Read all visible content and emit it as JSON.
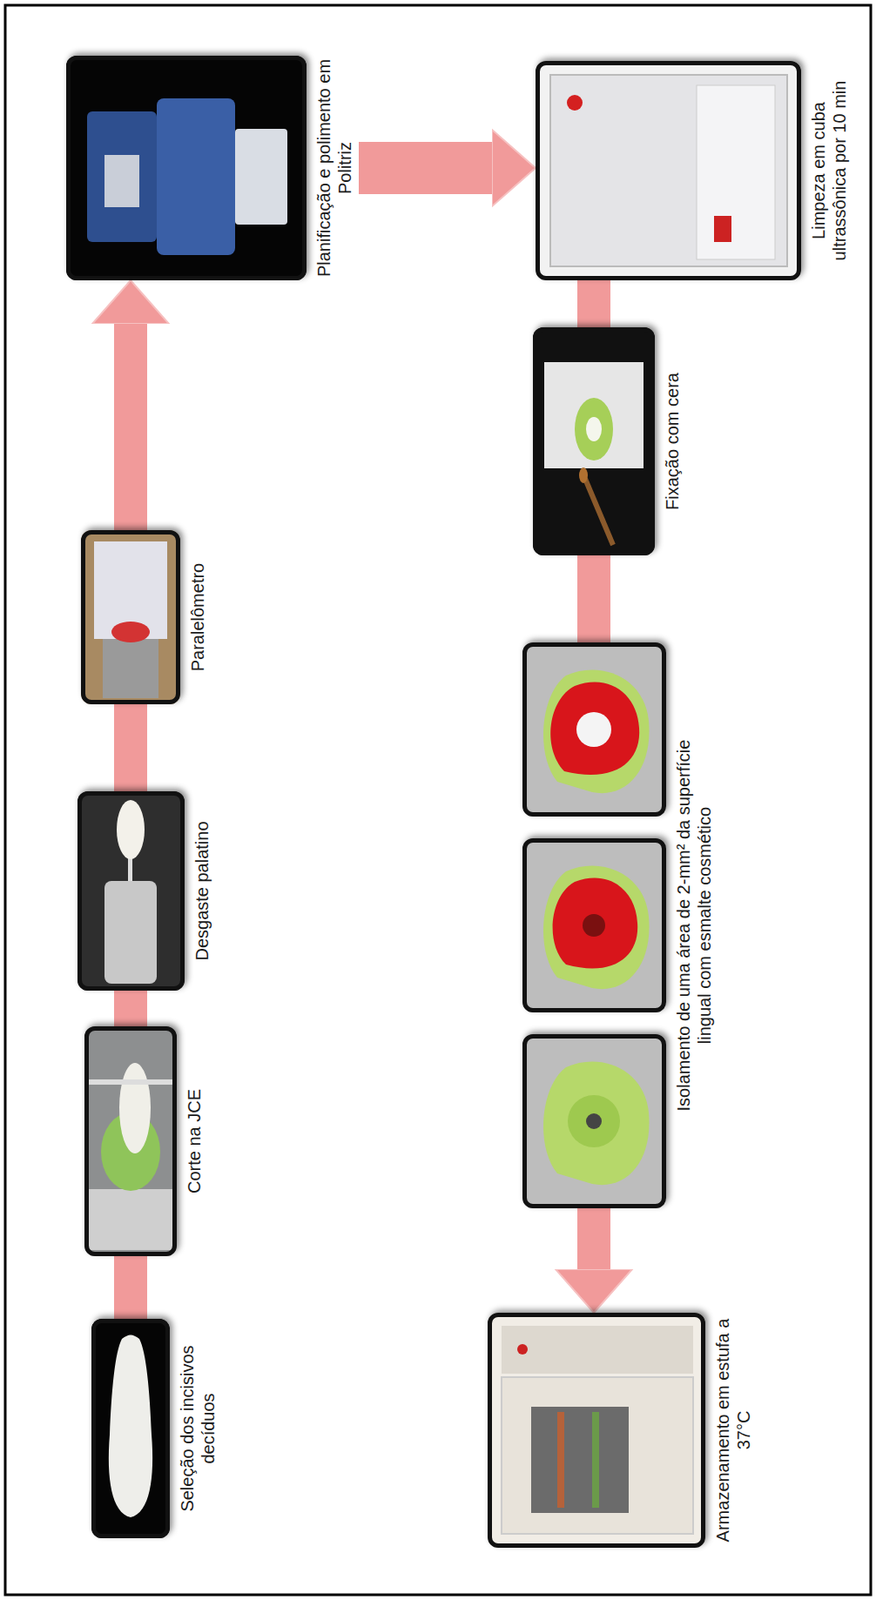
{
  "diagram": {
    "nodes": [
      {
        "text": [
          "Seleção dos incisivos decíduos"
        ]
      },
      {
        "text": [
          "Corte na JCE"
        ]
      },
      {
        "text": [
          "Desgaste palatino"
        ]
      },
      {
        "text": [
          "Paralelômetro"
        ]
      },
      {
        "text": [
          "Planificação e polimento em Politriz"
        ]
      },
      {
        "text": [
          "Limpeza em cuba ultrassônica por 10 min"
        ]
      },
      {
        "text": [
          "Fixação com cera"
        ]
      },
      {
        "text": [
          "Isolamento de uma área de 2-mm² da superfície lingual com esmalte cosmético"
        ]
      },
      {
        "text": [
          "Armazenamento em estufa a 37°C"
        ]
      }
    ],
    "edges": [
      {
        "from": 0,
        "to": 1,
        "arrow": "none"
      },
      {
        "from": 1,
        "to": 2,
        "arrow": "none"
      },
      {
        "from": 2,
        "to": 3,
        "arrow": "none"
      },
      {
        "from": 3,
        "to": 4,
        "arrow": "to"
      },
      {
        "from": 4,
        "to": 5,
        "arrow": "to"
      },
      {
        "from": 5,
        "to": 6,
        "arrow": "none"
      },
      {
        "from": 6,
        "to": 7,
        "arrow": "none"
      },
      {
        "from": 7,
        "to": 8,
        "arrow": "to"
      }
    ]
  }
}
